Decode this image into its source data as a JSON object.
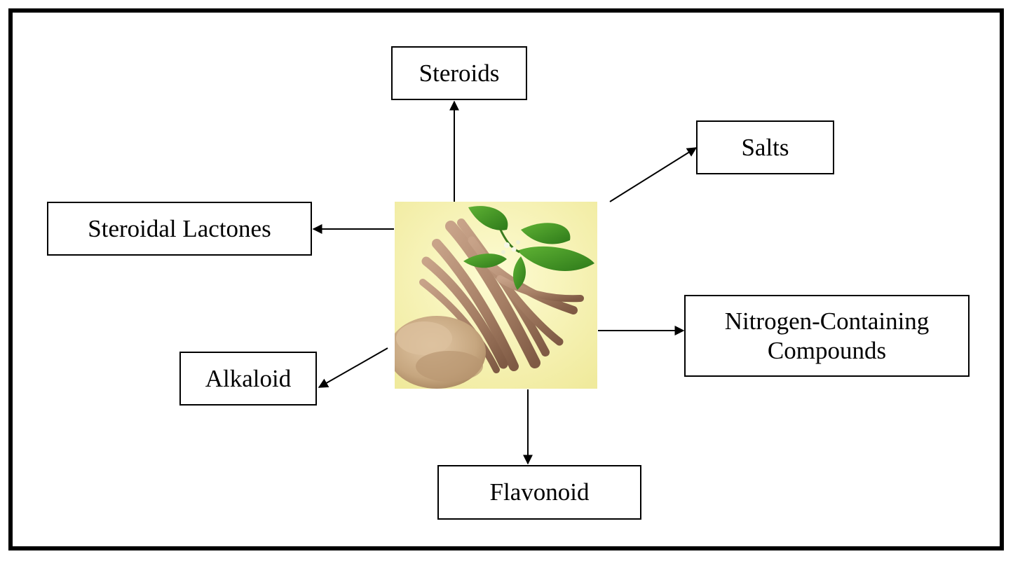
{
  "diagram": {
    "center_image": {
      "icon": "ashwagandha-roots-and-powder-image",
      "background_color": "#f7f3b3"
    },
    "nodes": {
      "steroids": "Steroids",
      "salts": "Salts",
      "steroidal_lactones": "Steroidal Lactones",
      "nitrogen_line1": "Nitrogen-Containing",
      "nitrogen_line2": "Compounds",
      "alkaloid": "Alkaloid",
      "flavonoid": "Flavonoid"
    }
  }
}
